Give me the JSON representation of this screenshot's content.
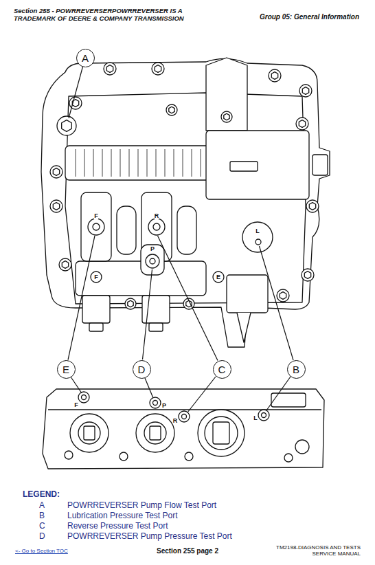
{
  "diagram": {
    "title": "Section 255 - POWRREVERSERPOWRREVERSER IS A TRADEMARK OF DEERE & COMPANY TRANSMISSION",
    "nodes": [
      {
        "text": [
          "A"
        ]
      },
      {
        "text": [
          "E"
        ]
      },
      {
        "text": [
          "D"
        ]
      },
      {
        "text": [
          "C"
        ]
      },
      {
        "text": [
          "B"
        ]
      }
    ],
    "labels": [
      "Group 05: General Information",
      "F",
      "R",
      "P",
      "L",
      "F",
      "E",
      "F",
      "P",
      "R",
      "L",
      "LEGEND:",
      "A",
      "B",
      "C",
      "D",
      "<- Go to Section TOC",
      "Section 255 page 2",
      "TM2198-DIAGNOSIS AND TESTS SERVICE MANUAL"
    ],
    "legend": [
      {
        "text": "POWRREVERSER Pump Flow Test Port"
      },
      {
        "text": "Lubrication Pressure Test Port"
      },
      {
        "text": "Reverse Pressure Test Port"
      },
      {
        "text": "POWRREVERSER Pump Pressure Test Port"
      }
    ]
  }
}
